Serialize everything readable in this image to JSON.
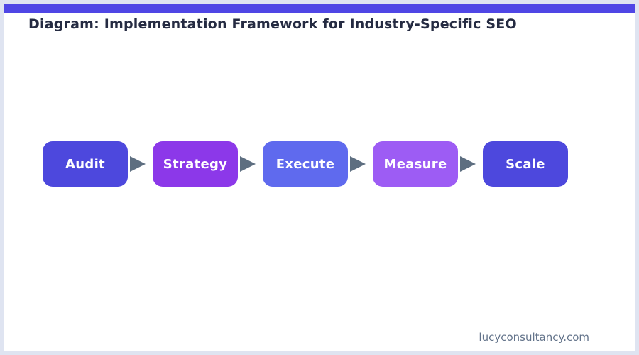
{
  "page": {
    "title": "Diagram: Implementation Framework for Industry-Specific SEO",
    "footer": "lucyconsultancy.com"
  },
  "diagram": {
    "type": "flow",
    "direction": "left-to-right",
    "steps": [
      {
        "label": "Audit",
        "color": "#4d48dd"
      },
      {
        "label": "Strategy",
        "color": "#8c38e9"
      },
      {
        "label": "Execute",
        "color": "#5f6aee"
      },
      {
        "label": "Measure",
        "color": "#9d5cf4"
      },
      {
        "label": "Scale",
        "color": "#4d48dd"
      }
    ],
    "connector": {
      "shape": "triangle-arrow-right",
      "color": "#5d6e80"
    }
  },
  "theme": {
    "accent_bar_color": "#4f46e5",
    "border_color": "#dfe4f1",
    "background_color": "#ffffff",
    "title_color": "#252b42",
    "footer_color": "#64748b",
    "step_text_color": "#ffffff"
  }
}
